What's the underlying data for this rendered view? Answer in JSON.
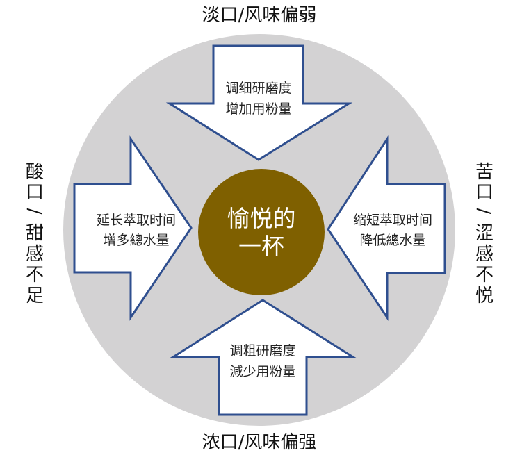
{
  "colors": {
    "background_disc": "#d3d2d3",
    "arrow_fill": "#ffffff",
    "arrow_stroke": "#2f4f8f",
    "center_fill": "#7f6000",
    "center_text": "#ffffff",
    "label_text": "#111111"
  },
  "center": {
    "line1": "愉悦的",
    "line2": "一杯"
  },
  "outer_labels": {
    "top": "淡口/风味偏弱",
    "bottom": "浓口/风味偏强",
    "left_chars": [
      "酸",
      "口",
      "/",
      "甜",
      "感",
      "不",
      "足"
    ],
    "right_chars": [
      "苦",
      "口",
      "/",
      "涩",
      "感",
      "不",
      "悦"
    ]
  },
  "arrows": {
    "top": {
      "line1": "调细研磨度",
      "line2": "增加用粉量"
    },
    "bottom": {
      "line1": "调粗研磨度",
      "line2": "減少用粉量"
    },
    "left": {
      "line1": "延长萃取时间",
      "line2": "增多總水量"
    },
    "right": {
      "line1": "缩短萃取时间",
      "line2": "降低總水量"
    }
  }
}
